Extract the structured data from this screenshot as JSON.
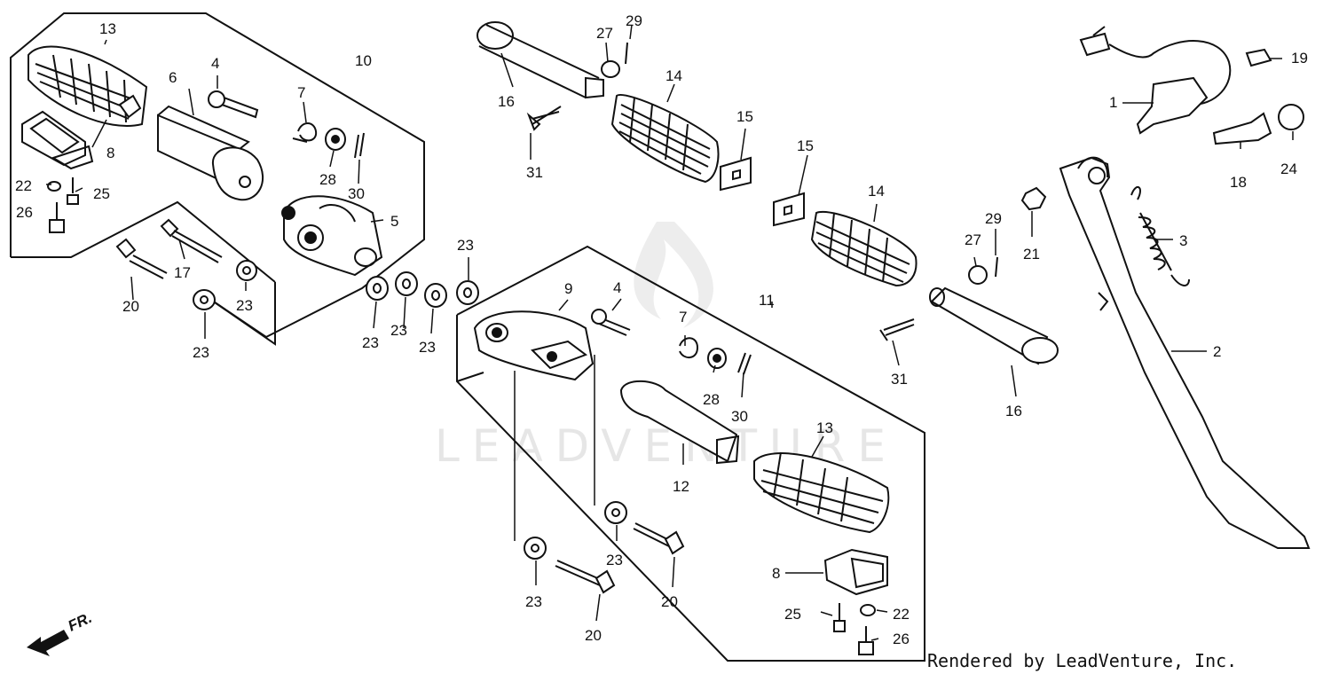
{
  "watermark": "LEADVENTURE",
  "credit": "Rendered by LeadVenture, Inc.",
  "front_indicator": "FR.",
  "callouts": [
    "1",
    "2",
    "3",
    "4",
    "5",
    "6",
    "7",
    "8",
    "9",
    "10",
    "11",
    "12",
    "13",
    "14",
    "15",
    "16",
    "17",
    "18",
    "19",
    "20",
    "21",
    "22",
    "23",
    "24",
    "25",
    "26",
    "27",
    "28",
    "29",
    "30",
    "31"
  ]
}
